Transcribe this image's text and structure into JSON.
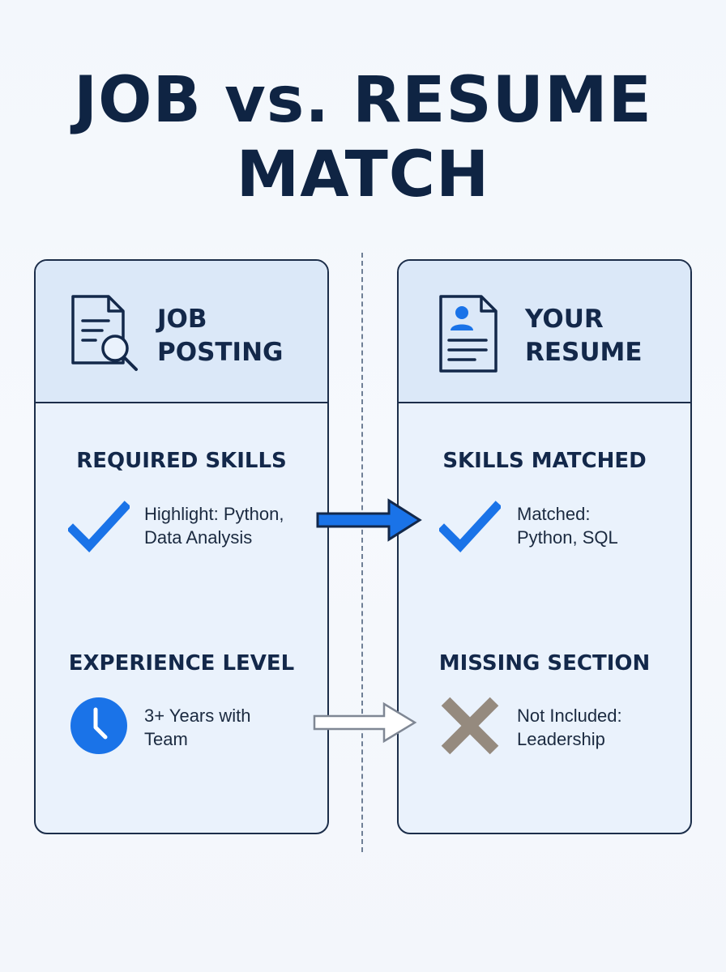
{
  "title": {
    "line1": "JOB vs. RESUME",
    "line2": "MATCH"
  },
  "job_posting": {
    "header_line1": "JOB",
    "header_line2": "POSTING",
    "icon": "document-search-icon",
    "section1": {
      "title": "REQUIRED SKILLS",
      "icon": "check-icon",
      "text_line1": "Highlight: Python,",
      "text_line2": "Data Analysis"
    },
    "section2": {
      "title": "EXPERIENCE LEVEL",
      "icon": "clock-icon",
      "text_line1": "3+ Years with",
      "text_line2": "Team"
    }
  },
  "resume": {
    "header_line1": "YOUR",
    "header_line2": "RESUME",
    "icon": "resume-profile-icon",
    "section1": {
      "title": "SKILLS MATCHED",
      "icon": "check-icon",
      "text_line1": "Matched:",
      "text_line2": "Python, SQL"
    },
    "section2": {
      "title": "MISSING SECTION",
      "icon": "cross-icon",
      "text_line1": "Not Included:",
      "text_line2": "Leadership"
    }
  },
  "colors": {
    "accent_blue": "#1a73e8",
    "navy": "#13284a",
    "missing_gray": "#958a7e",
    "card_bg": "#eaf2fc",
    "card_header_bg": "#dbe8f8"
  }
}
